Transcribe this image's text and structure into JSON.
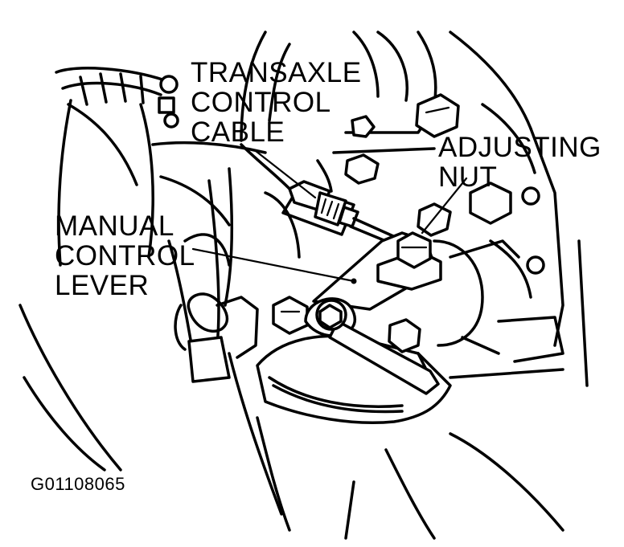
{
  "labels": {
    "transaxle_1": "TRANSAXLE",
    "transaxle_2": "CONTROL",
    "transaxle_3": "CABLE",
    "adjusting_1": "ADJUSTING",
    "adjusting_2": "NUT",
    "manual_1": "MANUAL",
    "manual_2": "CONTROL",
    "manual_3": "LEVER"
  },
  "figure_code": "G01108065",
  "colors": {
    "ink": "#000000",
    "paper": "#ffffff"
  }
}
